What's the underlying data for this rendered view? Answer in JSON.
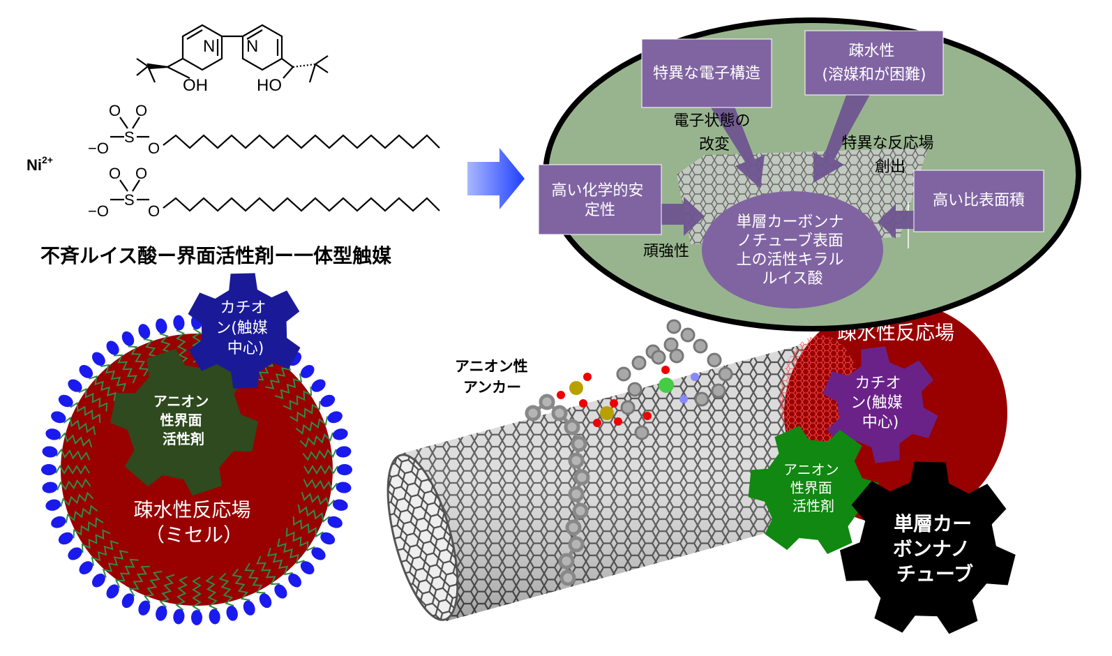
{
  "chemistry": {
    "atom_N1": "N",
    "atom_N2": "N",
    "atom_OH": "OH",
    "atom_HO": "HO",
    "atom_O": "O",
    "atom_S": "S",
    "atom_O_minus": "−O",
    "nickel": "Ni",
    "nickel_charge": "2+",
    "catalyst_caption": "不斉ルイス酸ー界面活性剤ー一体型触媒"
  },
  "micelle": {
    "cation_gear": [
      "カチオ",
      "ン(触媒",
      "中心)"
    ],
    "anion_gear": [
      "アニオン",
      "性界面",
      "活性剤"
    ],
    "field_line1": "疎水性反応場",
    "field_line2": "（ミセル）",
    "colors": {
      "field": "#990000",
      "headgroup": "#1a1aee",
      "tail": "#2f8a4a",
      "cation_gear": "#1a1a99",
      "anion_gear": "#2e4a1e"
    }
  },
  "arrow": {
    "color": "#1f3fff"
  },
  "ellipse": {
    "box_electronic": "特異な電子構造",
    "box_hydrophobic": [
      "疎水性",
      "(溶媒和が困難)"
    ],
    "box_stability": [
      "高い化学的安",
      "定性"
    ],
    "box_surface": "高い比表面積",
    "label_modify": [
      "電子状態の",
      "改変"
    ],
    "label_field": [
      "特異な反応場",
      "創出"
    ],
    "label_robust": "頑強性",
    "center": [
      "単層カーボンナ",
      "ノチューブ表面",
      "上の活性キラル",
      "ルイス酸"
    ],
    "colors": {
      "ellipse": "#98b48e",
      "box": "#8064a2"
    }
  },
  "nanotube": {
    "anchor_label": [
      "アニオン性",
      "アンカー"
    ],
    "field": "疎水性反応場",
    "cation_gear": [
      "カチオ",
      "ン(触媒",
      "中心)"
    ],
    "anion_gear": [
      "アニオン",
      "性界面",
      "活性剤"
    ],
    "swcnt_gear": [
      "単層カー",
      "ボンナノ",
      "チューブ"
    ],
    "colors": {
      "field": "#990000",
      "cation_gear": "#6a2288",
      "anion_gear": "#118811",
      "swcnt_gear": "#000000"
    }
  }
}
